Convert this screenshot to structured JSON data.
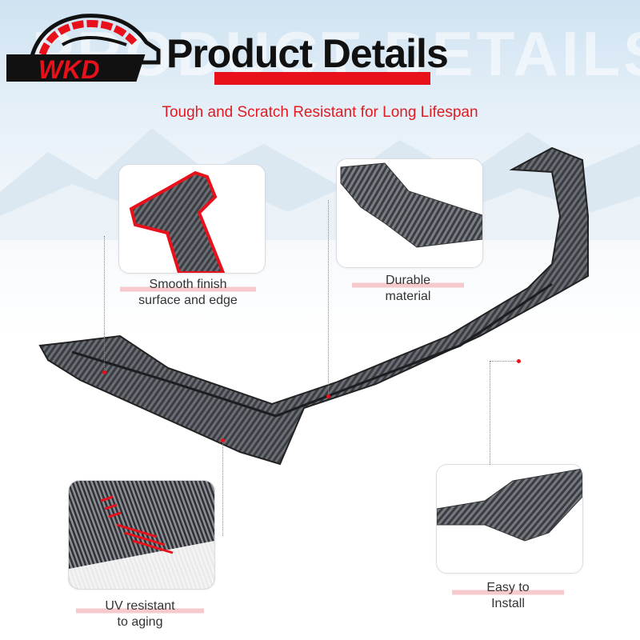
{
  "brand": {
    "logo_text": "WKD"
  },
  "header": {
    "title": "Product Details",
    "watermark": "PRODUCT DETAILS",
    "subtitle": "Tough and Scratch Resistant for Long Lifespan"
  },
  "callouts": [
    {
      "line1": "Smooth finish",
      "line2": "surface and edge"
    },
    {
      "line1": "Durable",
      "line2": "material"
    },
    {
      "line1": "UV resistant",
      "line2": "to aging"
    },
    {
      "line1": "Easy to",
      "line2": "Install"
    }
  ],
  "colors": {
    "accent": "#e8101a",
    "subtitle": "#e11b22",
    "carbon": "#3a3d42"
  }
}
